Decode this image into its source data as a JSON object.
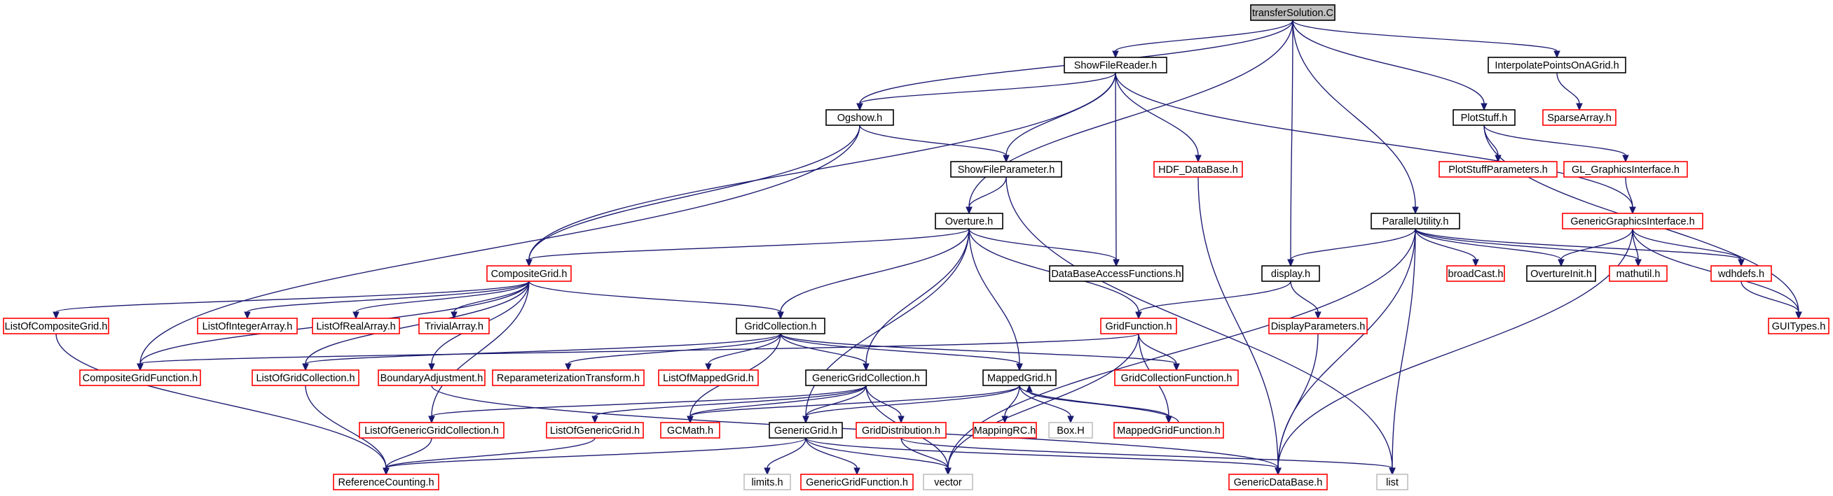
{
  "colors": {
    "background": "#ffffff",
    "edge": "#191970",
    "root_fill": "#bfbfbf",
    "documented_border": "#000000",
    "undocumented_border": "#ff0000",
    "external_border": "#bfbfbf"
  },
  "nodes": [
    {
      "id": "transferSolution",
      "label": "transferSolution.C",
      "kind": "root"
    },
    {
      "id": "ShowFileReader",
      "label": "ShowFileReader.h",
      "kind": "documented"
    },
    {
      "id": "InterpolatePointsOnAGrid",
      "label": "InterpolatePointsOnAGrid.h",
      "kind": "documented"
    },
    {
      "id": "Ogshow",
      "label": "Ogshow.h",
      "kind": "documented"
    },
    {
      "id": "SparseArray",
      "label": "SparseArray.h",
      "kind": "missing"
    },
    {
      "id": "PlotStuff",
      "label": "PlotStuff.h",
      "kind": "documented"
    },
    {
      "id": "ShowFileParameter",
      "label": "ShowFileParameter.h",
      "kind": "documented"
    },
    {
      "id": "HDF_DataBase",
      "label": "HDF_DataBase.h",
      "kind": "missing"
    },
    {
      "id": "PlotStuffParameters",
      "label": "PlotStuffParameters.h",
      "kind": "missing"
    },
    {
      "id": "GL_GraphicsInterface",
      "label": "GL_GraphicsInterface.h",
      "kind": "missing"
    },
    {
      "id": "Overture",
      "label": "Overture.h",
      "kind": "documented"
    },
    {
      "id": "ParallelUtility",
      "label": "ParallelUtility.h",
      "kind": "documented"
    },
    {
      "id": "GenericGraphicsInterface",
      "label": "GenericGraphicsInterface.h",
      "kind": "missing"
    },
    {
      "id": "CompositeGrid",
      "label": "CompositeGrid.h",
      "kind": "missing"
    },
    {
      "id": "DataBaseAccessFunctions",
      "label": "DataBaseAccessFunctions.h",
      "kind": "documented"
    },
    {
      "id": "display",
      "label": "display.h",
      "kind": "documented"
    },
    {
      "id": "broadCast",
      "label": "broadCast.h",
      "kind": "missing"
    },
    {
      "id": "OvertureInit",
      "label": "OvertureInit.h",
      "kind": "documented"
    },
    {
      "id": "mathutil",
      "label": "mathutil.h",
      "kind": "missing"
    },
    {
      "id": "wdhdefs",
      "label": "wdhdefs.h",
      "kind": "missing"
    },
    {
      "id": "ListOfCompositeGrid",
      "label": "ListOfCompositeGrid.h",
      "kind": "missing"
    },
    {
      "id": "ListOfIntegerArray",
      "label": "ListOfIntegerArray.h",
      "kind": "missing"
    },
    {
      "id": "ListOfRealArray",
      "label": "ListOfRealArray.h",
      "kind": "missing"
    },
    {
      "id": "TrivialArray",
      "label": "TrivialArray.h",
      "kind": "missing"
    },
    {
      "id": "GridCollection",
      "label": "GridCollection.h",
      "kind": "documented"
    },
    {
      "id": "GridFunction",
      "label": "GridFunction.h",
      "kind": "missing"
    },
    {
      "id": "DisplayParameters",
      "label": "DisplayParameters.h",
      "kind": "missing"
    },
    {
      "id": "GUITypes",
      "label": "GUITypes.h",
      "kind": "missing"
    },
    {
      "id": "CompositeGridFunction",
      "label": "CompositeGridFunction.h",
      "kind": "missing"
    },
    {
      "id": "ListOfGridCollection",
      "label": "ListOfGridCollection.h",
      "kind": "missing"
    },
    {
      "id": "BoundaryAdjustment",
      "label": "BoundaryAdjustment.h",
      "kind": "missing"
    },
    {
      "id": "ReparameterizationTransform",
      "label": "ReparameterizationTransform.h",
      "kind": "missing"
    },
    {
      "id": "ListOfMappedGrid",
      "label": "ListOfMappedGrid.h",
      "kind": "missing"
    },
    {
      "id": "GenericGridCollection",
      "label": "GenericGridCollection.h",
      "kind": "documented"
    },
    {
      "id": "MappedGrid",
      "label": "MappedGrid.h",
      "kind": "documented"
    },
    {
      "id": "GridCollectionFunction",
      "label": "GridCollectionFunction.h",
      "kind": "missing"
    },
    {
      "id": "ListOfGenericGridCollection",
      "label": "ListOfGenericGridCollection.h",
      "kind": "missing"
    },
    {
      "id": "ListOfGenericGrid",
      "label": "ListOfGenericGrid.h",
      "kind": "missing"
    },
    {
      "id": "GCMath",
      "label": "GCMath.h",
      "kind": "missing"
    },
    {
      "id": "GenericGrid",
      "label": "GenericGrid.h",
      "kind": "documented"
    },
    {
      "id": "GridDistribution",
      "label": "GridDistribution.h",
      "kind": "missing"
    },
    {
      "id": "MappingRC",
      "label": "MappingRC.h",
      "kind": "missing"
    },
    {
      "id": "BoxH",
      "label": "Box.H",
      "kind": "external"
    },
    {
      "id": "MappedGridFunction",
      "label": "MappedGridFunction.h",
      "kind": "missing"
    },
    {
      "id": "ReferenceCounting",
      "label": "ReferenceCounting.h",
      "kind": "missing"
    },
    {
      "id": "limits",
      "label": "limits.h",
      "kind": "external"
    },
    {
      "id": "GenericGridFunction",
      "label": "GenericGridFunction.h",
      "kind": "missing"
    },
    {
      "id": "vector",
      "label": "vector",
      "kind": "external"
    },
    {
      "id": "GenericDataBase",
      "label": "GenericDataBase.h",
      "kind": "missing"
    },
    {
      "id": "list",
      "label": "list",
      "kind": "external"
    }
  ],
  "edges": [
    [
      "transferSolution",
      "ShowFileReader"
    ],
    [
      "transferSolution",
      "InterpolatePointsOnAGrid"
    ],
    [
      "transferSolution",
      "Ogshow"
    ],
    [
      "transferSolution",
      "PlotStuff"
    ],
    [
      "transferSolution",
      "Overture"
    ],
    [
      "transferSolution",
      "display"
    ],
    [
      "transferSolution",
      "ParallelUtility"
    ],
    [
      "ShowFileReader",
      "Ogshow"
    ],
    [
      "ShowFileReader",
      "ShowFileParameter"
    ],
    [
      "ShowFileReader",
      "CompositeGrid"
    ],
    [
      "ShowFileReader",
      "HDF_DataBase"
    ],
    [
      "ShowFileReader",
      "DataBaseAccessFunctions"
    ],
    [
      "ShowFileReader",
      "GenericGraphicsInterface"
    ],
    [
      "InterpolatePointsOnAGrid",
      "SparseArray"
    ],
    [
      "Ogshow",
      "ShowFileParameter"
    ],
    [
      "Ogshow",
      "CompositeGrid"
    ],
    [
      "Ogshow",
      "CompositeGridFunction"
    ],
    [
      "PlotStuff",
      "PlotStuffParameters"
    ],
    [
      "PlotStuff",
      "GL_GraphicsInterface"
    ],
    [
      "PlotStuff",
      "GUITypes"
    ],
    [
      "GL_GraphicsInterface",
      "GenericGraphicsInterface"
    ],
    [
      "ShowFileParameter",
      "Overture"
    ],
    [
      "ShowFileParameter",
      "list"
    ],
    [
      "HDF_DataBase",
      "GenericDataBase"
    ],
    [
      "Overture",
      "CompositeGrid"
    ],
    [
      "Overture",
      "DataBaseAccessFunctions"
    ],
    [
      "Overture",
      "GridCollection"
    ],
    [
      "Overture",
      "GridFunction"
    ],
    [
      "Overture",
      "GenericGridCollection"
    ],
    [
      "Overture",
      "MappedGrid"
    ],
    [
      "Overture",
      "GenericGrid"
    ],
    [
      "ParallelUtility",
      "display"
    ],
    [
      "ParallelUtility",
      "broadCast"
    ],
    [
      "ParallelUtility",
      "OvertureInit"
    ],
    [
      "ParallelUtility",
      "mathutil"
    ],
    [
      "ParallelUtility",
      "wdhdefs"
    ],
    [
      "ParallelUtility",
      "GenericDataBase"
    ],
    [
      "ParallelUtility",
      "list"
    ],
    [
      "ParallelUtility",
      "vector"
    ],
    [
      "GenericGraphicsInterface",
      "OvertureInit"
    ],
    [
      "GenericGraphicsInterface",
      "mathutil"
    ],
    [
      "GenericGraphicsInterface",
      "wdhdefs"
    ],
    [
      "GenericGraphicsInterface",
      "GUITypes"
    ],
    [
      "GenericGraphicsInterface",
      "GenericDataBase"
    ],
    [
      "wdhdefs",
      "GUITypes"
    ],
    [
      "display",
      "DisplayParameters"
    ],
    [
      "display",
      "GridFunction"
    ],
    [
      "DisplayParameters",
      "GenericDataBase"
    ],
    [
      "CompositeGrid",
      "ListOfCompositeGrid"
    ],
    [
      "CompositeGrid",
      "ListOfIntegerArray"
    ],
    [
      "CompositeGrid",
      "ListOfRealArray"
    ],
    [
      "CompositeGrid",
      "TrivialArray"
    ],
    [
      "CompositeGrid",
      "GridCollection"
    ],
    [
      "CompositeGrid",
      "CompositeGridFunction"
    ],
    [
      "CompositeGrid",
      "ListOfGridCollection"
    ],
    [
      "CompositeGrid",
      "BoundaryAdjustment"
    ],
    [
      "CompositeGrid",
      "ListOfGenericGridCollection"
    ],
    [
      "ListOfCompositeGrid",
      "ReferenceCounting"
    ],
    [
      "GridCollection",
      "ListOfGridCollection"
    ],
    [
      "GridCollection",
      "ReparameterizationTransform"
    ],
    [
      "GridCollection",
      "ListOfMappedGrid"
    ],
    [
      "GridCollection",
      "GenericGridCollection"
    ],
    [
      "GridCollection",
      "MappedGrid"
    ],
    [
      "GridCollection",
      "GridCollectionFunction"
    ],
    [
      "GridCollection",
      "GCMath"
    ],
    [
      "GridFunction",
      "CompositeGridFunction"
    ],
    [
      "GridFunction",
      "GridCollectionFunction"
    ],
    [
      "GridFunction",
      "MappedGridFunction"
    ],
    [
      "GridFunction",
      "vector"
    ],
    [
      "ListOfGridCollection",
      "ReferenceCounting"
    ],
    [
      "BoundaryAdjustment",
      "GenericDataBase"
    ],
    [
      "GenericGridCollection",
      "ListOfGenericGridCollection"
    ],
    [
      "GenericGridCollection",
      "ListOfGenericGrid"
    ],
    [
      "GenericGridCollection",
      "GCMath"
    ],
    [
      "GenericGridCollection",
      "GenericGrid"
    ],
    [
      "GenericGridCollection",
      "GridDistribution"
    ],
    [
      "GenericGridCollection",
      "vector"
    ],
    [
      "MappedGrid",
      "GenericGrid"
    ],
    [
      "MappedGrid",
      "MappingRC"
    ],
    [
      "MappedGrid",
      "BoxH"
    ],
    [
      "MappedGrid",
      "MappedGridFunction"
    ],
    [
      "MappedGrid",
      "GCMath"
    ],
    [
      "MappedGridFunction",
      "MappedGrid"
    ],
    [
      "ListOfGenericGridCollection",
      "ReferenceCounting"
    ],
    [
      "ListOfGenericGrid",
      "ReferenceCounting"
    ],
    [
      "GenericGrid",
      "ReferenceCounting"
    ],
    [
      "GenericGrid",
      "limits"
    ],
    [
      "GenericGrid",
      "GenericGridFunction"
    ],
    [
      "GenericGrid",
      "vector"
    ],
    [
      "GenericGrid",
      "GenericDataBase"
    ],
    [
      "GridDistribution",
      "vector"
    ],
    [
      "GridDistribution",
      "list"
    ]
  ]
}
